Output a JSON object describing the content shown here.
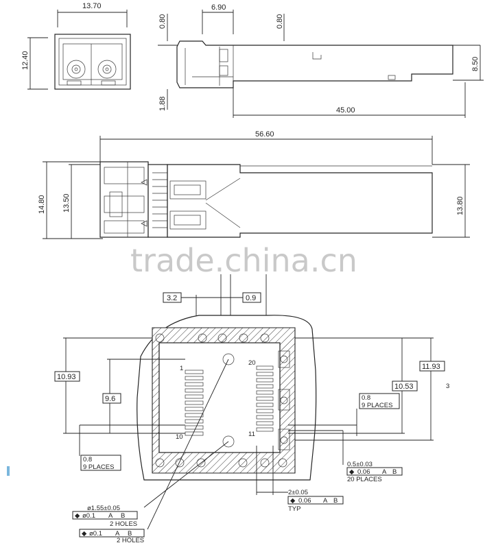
{
  "top_view": {
    "width_dim": "13.70",
    "height_dim": "12.40"
  },
  "side_view": {
    "dim_top_left": "0.80",
    "dim_top_mid": "6.90",
    "dim_top_right": "0.80",
    "dim_right": "8.50",
    "dim_bottom_left": "1.88",
    "dim_bottom_len": "45.00"
  },
  "front_view": {
    "length_dim": "56.60",
    "height_left_outer": "14.80",
    "height_left_inner": "13.50",
    "height_right": "13.80"
  },
  "watermark": "trade.china.cn",
  "footprint": {
    "dim_3_2": "3.2",
    "dim_0_9": "0.9",
    "dim_10_93": "10.93",
    "dim_9_6": "9.6",
    "dim_10_53": "10.53",
    "dim_11_93": "11.93",
    "callout_right_a": "0.8",
    "callout_right_b": "9 PLACES",
    "callout_left_a": "0.8",
    "callout_left_b": "9 PLACES",
    "pin_1": "1",
    "pin_10": "10",
    "pin_11": "11",
    "pin_20": "20",
    "pad_width": "0.5±0.03",
    "pad_tol_a": "0.06",
    "pad_tol_b": "A",
    "pad_tol_c": "B",
    "pad_places": "20 PLACES",
    "pitch": "2±0.05",
    "pitch_tol_a": "0.06",
    "pitch_tol_b": "A",
    "pitch_tol_c": "B",
    "pitch_typ": "TYP",
    "hole_dia": "ø1.55±0.05",
    "hole_tol_a": "ø0.1",
    "hole_tol_b": "A",
    "hole_tol_c": "B",
    "hole_count_1": "2 HOLES",
    "hole2_tol_a": "ø0.1",
    "hole2_tol_b": "A",
    "hole2_tol_c": "B",
    "hole_count_2": "2 HOLES",
    "side_mark": "3"
  }
}
